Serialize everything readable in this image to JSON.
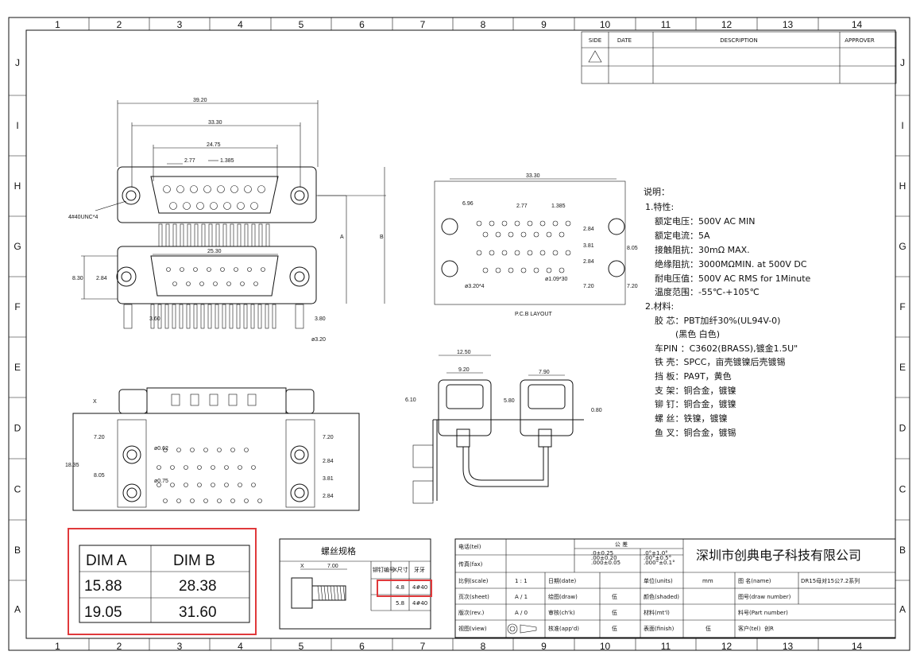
{
  "grid": {
    "cols": [
      "1",
      "2",
      "3",
      "4",
      "5",
      "6",
      "7",
      "8",
      "9",
      "10",
      "11",
      "12",
      "13",
      "14"
    ],
    "rows": [
      "J",
      "I",
      "H",
      "G",
      "F",
      "E",
      "D",
      "C",
      "B",
      "A"
    ]
  },
  "revision_table": {
    "headers": [
      "SIDE",
      "DATE",
      "DESCRIPTION",
      "APPROVER"
    ]
  },
  "dims": {
    "top_view": [
      "39.20",
      "33.30",
      "24.75",
      "2.77",
      "1.385",
      "4#40UNC*4",
      "25.30",
      "8.30",
      "2.84",
      "A",
      "B",
      "3.60",
      "3.80",
      "ø3.20"
    ],
    "pcb": [
      "33.30",
      "6.96",
      "2.77",
      "1.385",
      "2.84",
      "3.81",
      "2.84",
      "8.05",
      "ø1.09*30",
      "ø3.20*4",
      "7.20",
      "7.20"
    ],
    "pcb_label": "P.C.B LAYOUT",
    "front_view": [
      "X",
      "7.20",
      "ø0.62",
      "2.84",
      "18.35",
      "8.05",
      "3.81",
      "ø0.75",
      "2.84",
      "7.20"
    ],
    "side_view": [
      "12.50",
      "9.20",
      "7.90",
      "6.10",
      "5.80",
      "0.80"
    ]
  },
  "specs": {
    "title": "说明：",
    "s1": "1.特性:",
    "l1": "额定电压：500V AC MIN",
    "l2": "额定电流：5A",
    "l3": "接触阻抗：30mΩ MAX.",
    "l4": "绝缘阻抗：3000MΩMIN. at 500V DC",
    "l5": "耐电压值：500V AC RMS for 1Minute",
    "l6": "温度范围：-55℃-+105℃",
    "s2": "2.材料:",
    "m1": "胶 芯：PBT加纤30%(UL94V-0)",
    "m1b": "(黑色 白色)",
    "m2": "车PIN ：C3602(BRASS),镀金1.5U\"",
    "m3": "铁 壳：SPCC，亩壳镀镍后壳镀锡",
    "m4": "挡 板：PA9T，黄色",
    "m5": "支 架：铜合金，镀镍",
    "m6": "铆 钉：铜合金，镀镍",
    "m7": "螺 丝：铁镍，镀镍",
    "m8": "鱼 叉：铜合金，镀锡"
  },
  "dim_table": {
    "headers": [
      "DIM A",
      "DIM B"
    ],
    "rows": [
      [
        "15.88",
        "28.38"
      ],
      [
        "19.05",
        "31.60"
      ]
    ]
  },
  "screw_spec": {
    "title": "螺丝规格",
    "x_label": "X",
    "dim": "7.00",
    "headers": [
      "铆钉编号",
      "X尺寸",
      "牙牙"
    ],
    "rows": [
      [
        "",
        "4.8",
        "4#40"
      ],
      [
        "",
        "5.8",
        "4#40"
      ]
    ]
  },
  "title_block": {
    "tel": "电话(tel)",
    "fax": "传真(fax)",
    "tolerance": "公 差",
    "tol1": ".0±0.25\n.00±0.20\n.000±0.05",
    "tol2": ".0°±1.0°\n.00°±0.5°\n.000°±0.1°",
    "company": "深圳市创典电子科技有限公司",
    "scale_label": "比例(scale)",
    "scale_val": "1 : 1",
    "date_label": "日期(date)",
    "units_label": "单位(units)",
    "units_val": "mm",
    "name_label": "图 名(name)",
    "name_val": "DR15母对15公7.2系列",
    "sheet_label": "页次(sheet)",
    "sheet_val": "A / 1",
    "draw_label": "绘图(draw)",
    "draw_val": "伍",
    "shaded_label": "颜色(shaded)",
    "drawnum_label": "图号(draw number)",
    "rev_label": "版次(rev.)",
    "rev_val": "A / 0",
    "chk_label": "审核(ch'k)",
    "chk_val": "伍",
    "mt_label": "材料(mt'l)",
    "part_label": "料号(Part number)",
    "view_label": "视图(view)",
    "app_label": "核准(app'd)",
    "app_val": "伍",
    "finish_label": "表面(finish)",
    "finish_val": "伍",
    "teltel_label": "客户(tel)",
    "teltel_val": "创R"
  }
}
